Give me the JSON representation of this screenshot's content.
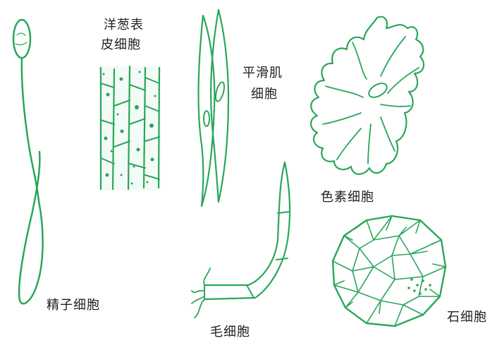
{
  "labels": {
    "onion_line1": "洋葱表",
    "onion_line2": "皮细胞",
    "smooth_line1": "平滑肌",
    "smooth_line2": "细胞",
    "pigment": "色素细胞",
    "sperm": "精子细胞",
    "hair": "毛细胞",
    "stone": "石细胞"
  },
  "colors": {
    "cell_stroke": "#2aa65a",
    "text": "#222222"
  }
}
